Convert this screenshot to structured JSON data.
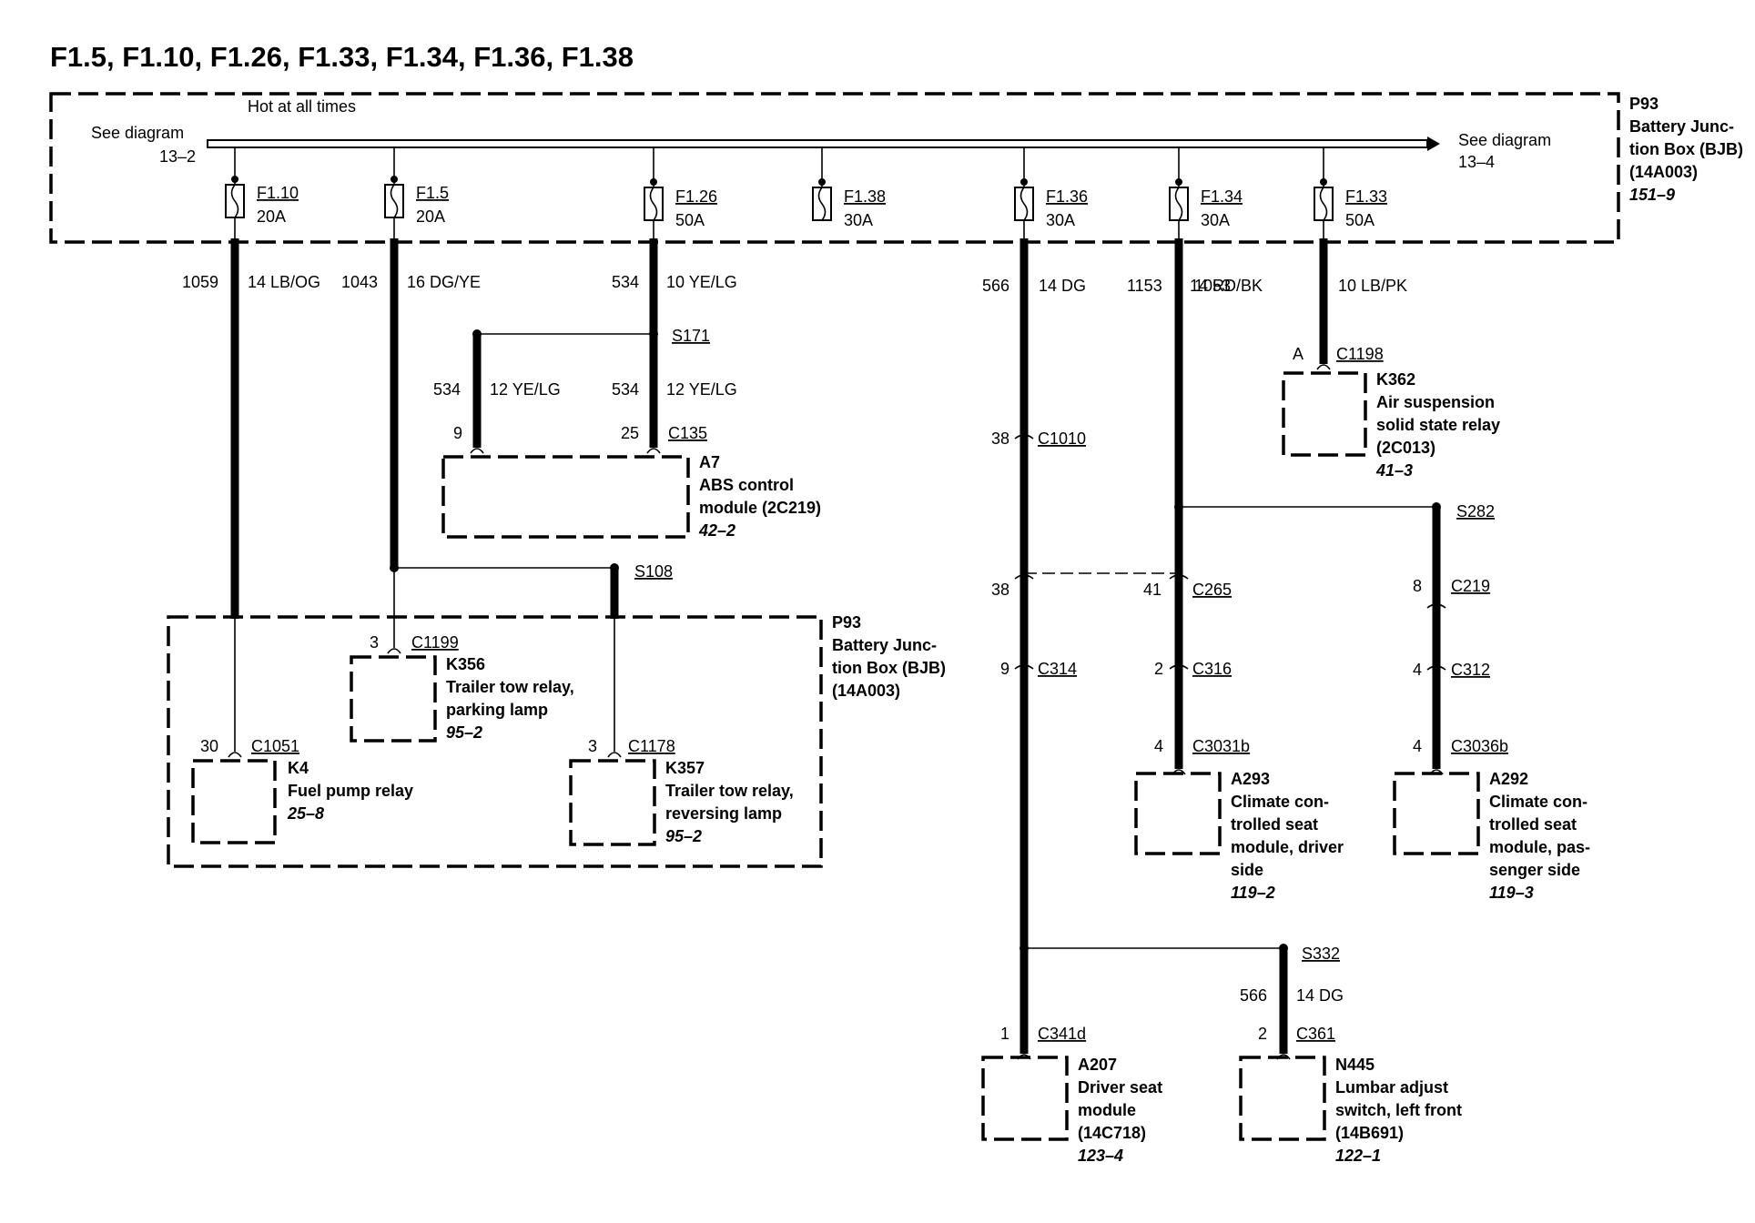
{
  "title": "F1.5, F1.10, F1.26, F1.33, F1.34, F1.36, F1.38",
  "bus": {
    "label": "Hot at all times",
    "left_ref": [
      "See diagram",
      "13–2"
    ],
    "right_ref": [
      "See diagram",
      "13–4"
    ]
  },
  "bjb_top": {
    "lines": [
      "P93",
      "Battery Junc-",
      "tion Box (BJB)",
      "(14A003)"
    ],
    "ref": "151–9"
  },
  "bjb_bottom": {
    "lines": [
      "P93",
      "Battery Junc-",
      "tion Box (BJB)",
      "(14A003)"
    ]
  },
  "fuses": [
    {
      "name": "F1.10",
      "rating": "20A"
    },
    {
      "name": "F1.5",
      "rating": "20A"
    },
    {
      "name": "F1.26",
      "rating": "50A"
    },
    {
      "name": "F1.38",
      "rating": "30A"
    },
    {
      "name": "F1.36",
      "rating": "30A"
    },
    {
      "name": "F1.34",
      "rating": "30A"
    },
    {
      "name": "F1.33",
      "rating": "50A"
    }
  ],
  "wires": {
    "w1059": {
      "circuit": "1059",
      "color": "14 LB/OG"
    },
    "w1043": {
      "circuit": "1043",
      "color": "16 DG/YE"
    },
    "w534": {
      "circuit": "534",
      "color": "10 YE/LG"
    },
    "w534a": {
      "circuit": "534",
      "color": "12 YE/LG"
    },
    "w534b": {
      "circuit": "534",
      "color": "12 YE/LG"
    },
    "w566": {
      "circuit": "566",
      "color": "14 DG"
    },
    "w1153": {
      "circuit": "1153",
      "color": "14 RD/BK"
    },
    "w1053": {
      "circuit": "1053",
      "color": "10 LB/PK"
    },
    "w566b": {
      "circuit": "566",
      "color": "14 DG"
    }
  },
  "splices": {
    "s171": "S171",
    "s108": "S108",
    "s282": "S282",
    "s332": "S332"
  },
  "connectors": {
    "c1198": {
      "pin": "A",
      "name": "C1198"
    },
    "c135a": {
      "pin": "9"
    },
    "c135b": {
      "pin": "25",
      "name": "C135"
    },
    "c1010": {
      "pin": "38",
      "name": "C1010"
    },
    "c1199": {
      "pin": "3",
      "name": "C1199"
    },
    "c1178": {
      "pin": "3",
      "name": "C1178"
    },
    "c1051": {
      "pin": "30",
      "name": "C1051"
    },
    "c265a": {
      "pin": "38"
    },
    "c265b": {
      "pin": "41",
      "name": "C265"
    },
    "c219": {
      "pin": "8",
      "name": "C219"
    },
    "c314": {
      "pin": "9",
      "name": "C314"
    },
    "c316": {
      "pin": "2",
      "name": "C316"
    },
    "c312": {
      "pin": "4",
      "name": "C312"
    },
    "c3031b": {
      "pin": "4",
      "name": "C3031b"
    },
    "c3036b": {
      "pin": "4",
      "name": "C3036b"
    },
    "c341d": {
      "pin": "1",
      "name": "C341d"
    },
    "c361": {
      "pin": "2",
      "name": "C361"
    }
  },
  "components": {
    "k362": {
      "lines": [
        "K362",
        "Air suspension",
        "solid state relay",
        "(2C013)"
      ],
      "ref": "41–3"
    },
    "a7": {
      "lines": [
        "A7",
        "ABS control",
        "module (2C219)"
      ],
      "ref": "42–2"
    },
    "k356": {
      "lines": [
        "K356",
        "Trailer tow relay,",
        "parking lamp"
      ],
      "ref": "95–2"
    },
    "k4": {
      "lines": [
        "K4",
        "Fuel pump relay"
      ],
      "ref": "25–8"
    },
    "k357": {
      "lines": [
        "K357",
        "Trailer tow relay,",
        "reversing lamp"
      ],
      "ref": "95–2"
    },
    "a293": {
      "lines": [
        "A293",
        "Climate con-",
        "trolled seat",
        "module, driver",
        "side"
      ],
      "ref": "119–2"
    },
    "a292": {
      "lines": [
        "A292",
        "Climate con-",
        "trolled seat",
        "module, pas-",
        "senger side"
      ],
      "ref": "119–3"
    },
    "a207": {
      "lines": [
        "A207",
        "Driver seat",
        "module",
        "(14C718)"
      ],
      "ref": "123–4"
    },
    "n445": {
      "lines": [
        "N445",
        "Lumbar adjust",
        "switch, left front",
        "(14B691)"
      ],
      "ref": "122–1"
    }
  }
}
